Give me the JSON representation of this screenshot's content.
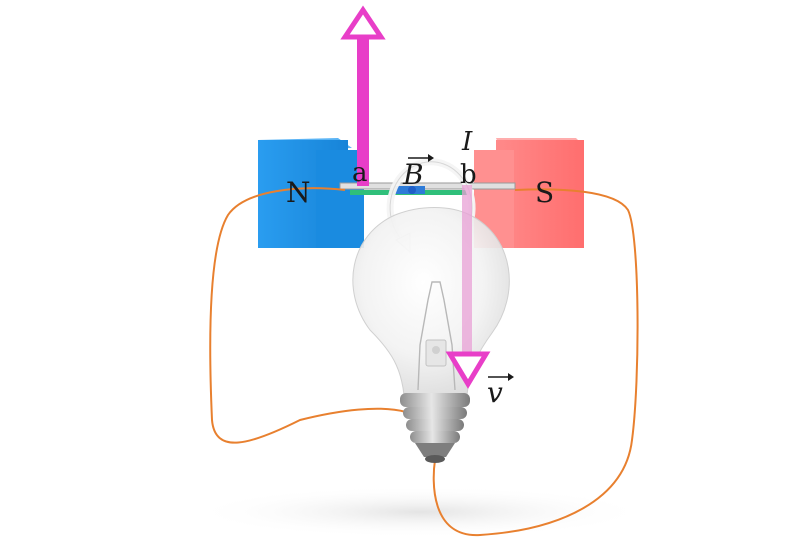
{
  "magnet": {
    "north_label": "N",
    "south_label": "S",
    "north_color": "#2196e8",
    "south_color": "#ff7b7b"
  },
  "rod": {
    "end_a_label": "a",
    "end_b_label": "b"
  },
  "vectors": {
    "field_label": "B",
    "velocity_label": "v",
    "current_label": "I",
    "force_color": "#e83ec8",
    "velocity_color": "#e83ec8"
  },
  "wire": {
    "color": "#e8802f"
  },
  "bulb": {
    "glass_color": "#eeeeee",
    "base_color": "#bdbdbd"
  }
}
